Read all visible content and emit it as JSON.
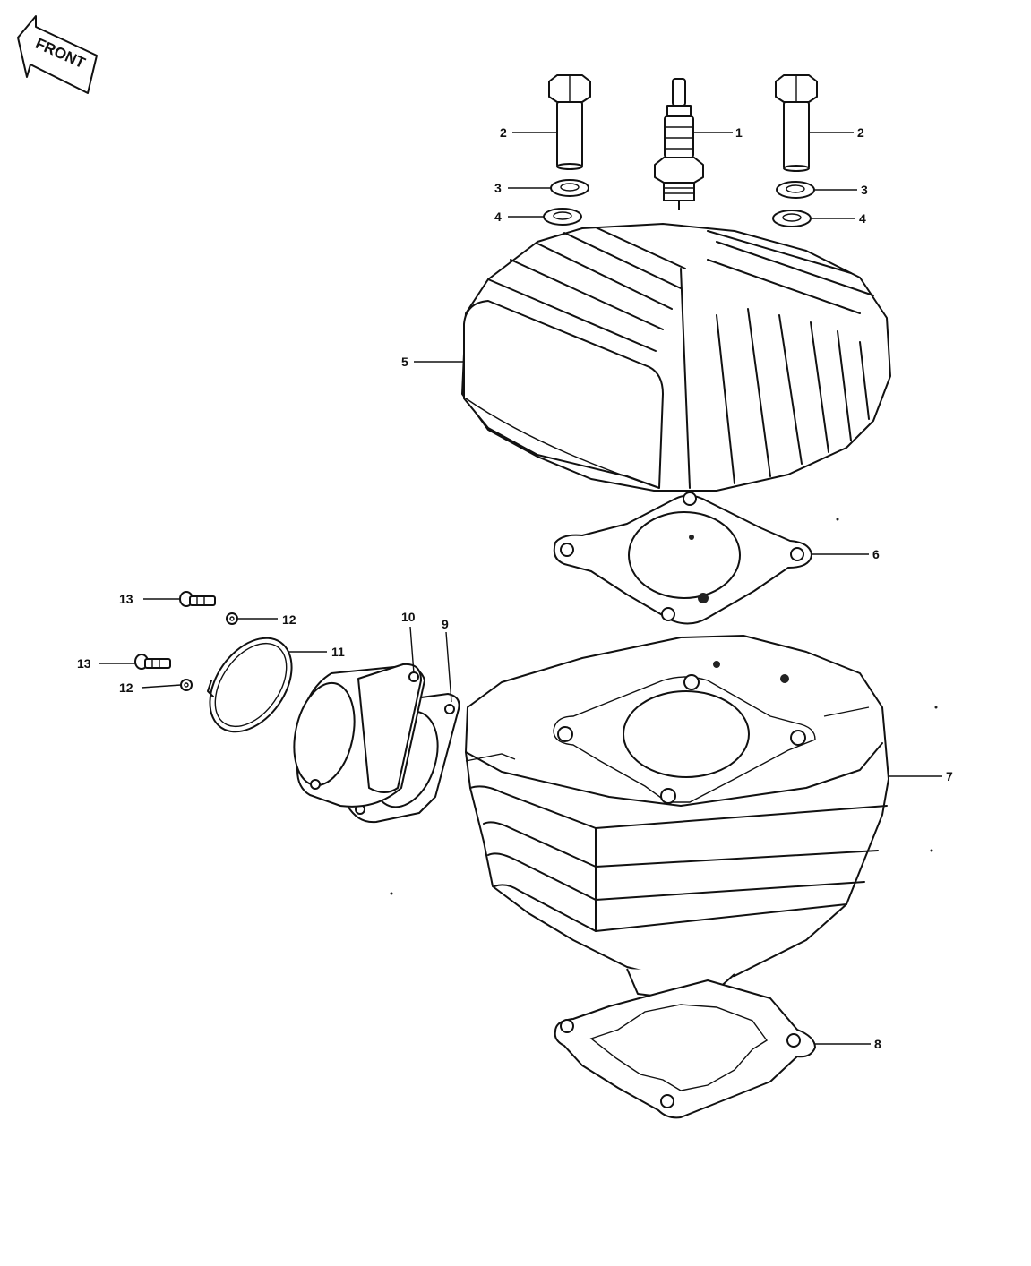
{
  "orientation": {
    "arrow_label": "FRONT"
  },
  "callouts": [
    {
      "part": "spark-plug",
      "number": "1"
    },
    {
      "part": "head-bolt-left",
      "number": "2"
    },
    {
      "part": "head-bolt-right",
      "number": "2"
    },
    {
      "part": "washer-upper-left",
      "number": "3"
    },
    {
      "part": "washer-upper-right",
      "number": "3"
    },
    {
      "part": "washer-lower-left",
      "number": "4"
    },
    {
      "part": "washer-lower-right",
      "number": "4"
    },
    {
      "part": "cylinder-head",
      "number": "5"
    },
    {
      "part": "head-gasket",
      "number": "6"
    },
    {
      "part": "cylinder",
      "number": "7"
    },
    {
      "part": "base-gasket",
      "number": "8"
    },
    {
      "part": "intake-gasket",
      "number": "9"
    },
    {
      "part": "intake-manifold",
      "number": "10"
    },
    {
      "part": "hose-clamp",
      "number": "11"
    },
    {
      "part": "lock-washer-upper",
      "number": "12"
    },
    {
      "part": "lock-washer-lower",
      "number": "12"
    },
    {
      "part": "screw-upper",
      "number": "13"
    },
    {
      "part": "screw-lower",
      "number": "13"
    }
  ]
}
